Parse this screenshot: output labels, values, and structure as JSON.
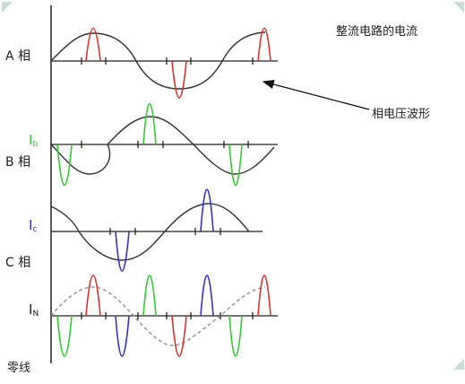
{
  "title": "整流电路的电流",
  "annotation": "相电压波形",
  "phase_labels": {
    "a": "A 相",
    "b": "B 相",
    "c": "C 相"
  },
  "current_labels": {
    "ib": {
      "main": "I",
      "sub": "b"
    },
    "ic": {
      "main": "I",
      "sub": "c"
    },
    "in": {
      "main": "I",
      "sub": "N"
    }
  },
  "neutral_label": "零线",
  "colors": {
    "phase_a": "#dd3333",
    "phase_b": "#33cc33",
    "phase_c": "#3333cc",
    "voltage": "#333333",
    "sum_dashed": "#888888",
    "axis": "#222222"
  }
}
